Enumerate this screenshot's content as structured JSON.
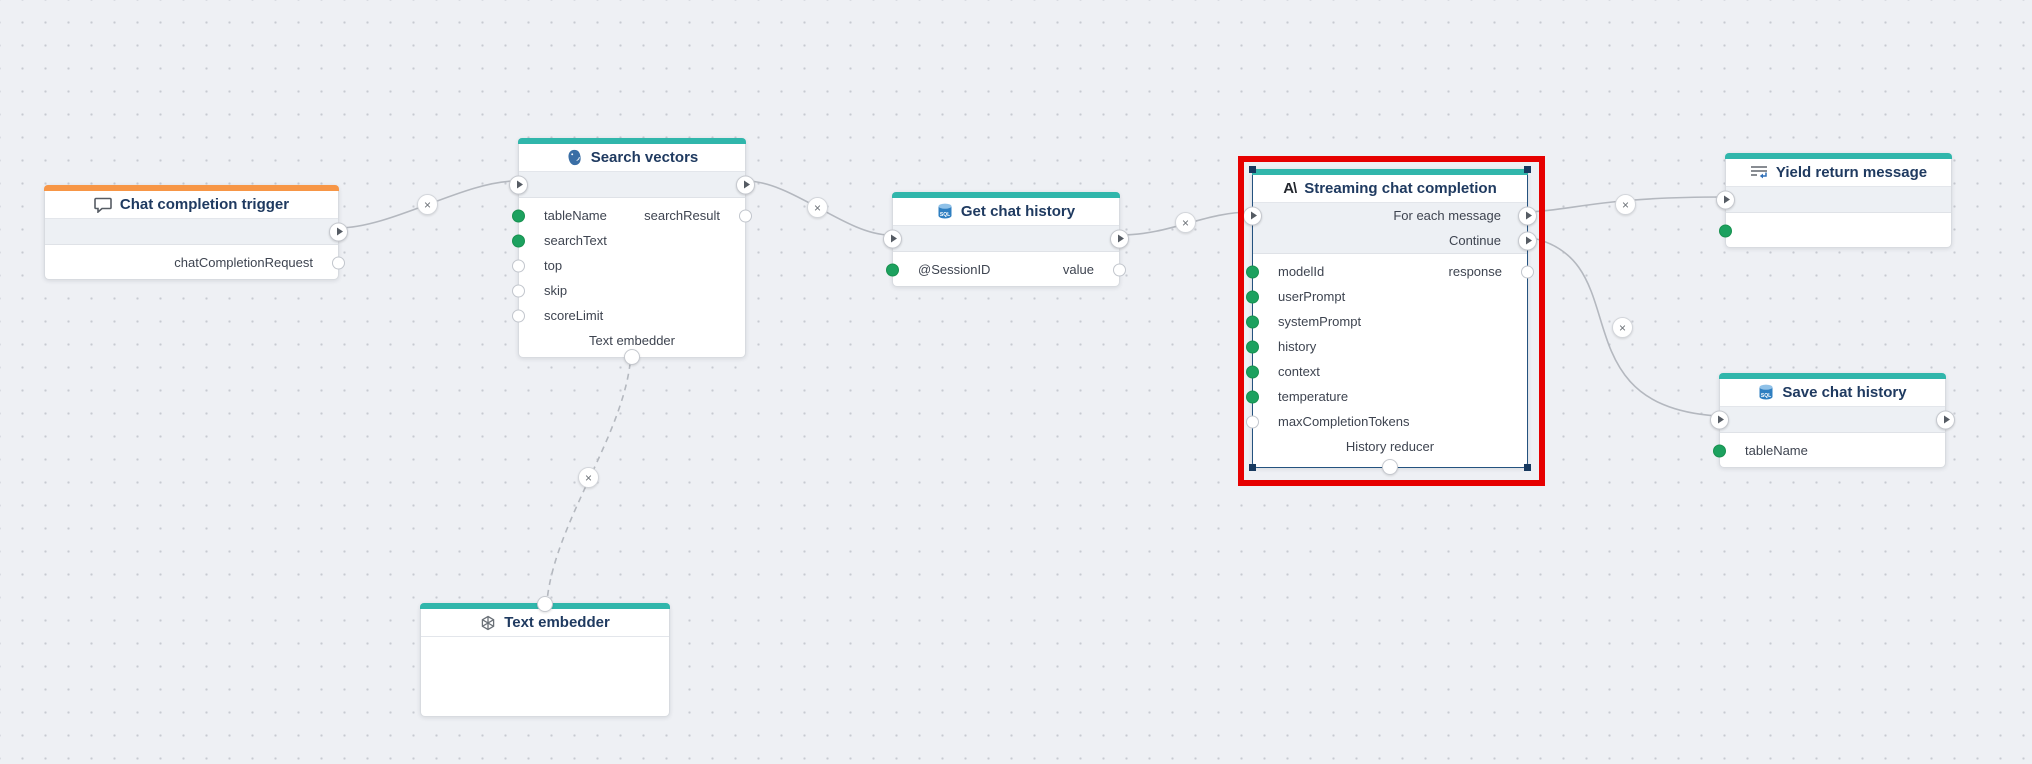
{
  "canvas": {
    "background": "#eef0f4",
    "dot_color": "#c7cad1"
  },
  "colors": {
    "accent_teal": "#30b6ab",
    "accent_orange": "#f79646",
    "connected_port_green": "#1ca15f",
    "selection_red": "#e60000",
    "selection_blue": "#24527f",
    "wire_grey": "#b4b8bf"
  },
  "delete_glyph": "×",
  "nodes": {
    "trigger": {
      "title": "Chat completion trigger",
      "icon": "chat-bubble-icon",
      "outputs": [
        {
          "label": "chatCompletionRequest",
          "connected": false
        }
      ]
    },
    "search_vectors": {
      "title": "Search vectors",
      "icon": "postgresql-icon",
      "inputs": [
        {
          "label": "tableName",
          "connected": true
        },
        {
          "label": "searchText",
          "connected": true
        },
        {
          "label": "top",
          "connected": false
        },
        {
          "label": "skip",
          "connected": false
        },
        {
          "label": "scoreLimit",
          "connected": false
        }
      ],
      "outputs": [
        {
          "label": "searchResult",
          "connected": false
        }
      ],
      "footer": "Text embedder"
    },
    "get_chat_history": {
      "title": "Get chat history",
      "icon": "sql-database-icon",
      "inputs": [
        {
          "label": "@SessionID",
          "connected": true
        }
      ],
      "outputs": [
        {
          "label": "value",
          "connected": false
        }
      ]
    },
    "streaming": {
      "title": "Streaming chat completion",
      "icon": "anthropic-icon",
      "icon_glyph": "A\\",
      "selected": true,
      "flow_outputs": [
        {
          "label": "For each message"
        },
        {
          "label": "Continue"
        }
      ],
      "inputs": [
        {
          "label": "modelId",
          "connected": true
        },
        {
          "label": "userPrompt",
          "connected": true
        },
        {
          "label": "systemPrompt",
          "connected": true
        },
        {
          "label": "history",
          "connected": true
        },
        {
          "label": "context",
          "connected": true
        },
        {
          "label": "temperature",
          "connected": true
        },
        {
          "label": "maxCompletionTokens",
          "connected": false
        }
      ],
      "outputs": [
        {
          "label": "response",
          "connected": false
        }
      ],
      "footer": "History reducer"
    },
    "yield_return": {
      "title": "Yield return message",
      "icon": "return-message-icon",
      "inputs": [
        {
          "label": "",
          "connected": true
        }
      ]
    },
    "save_chat_history": {
      "title": "Save chat history",
      "icon": "sql-database-icon",
      "inputs": [
        {
          "label": "tableName",
          "connected": true
        }
      ]
    },
    "text_embedder": {
      "title": "Text embedder",
      "icon": "openai-icon"
    }
  },
  "connections": [
    {
      "from": "Chat completion trigger",
      "to": "Search vectors",
      "style": "solid"
    },
    {
      "from": "Search vectors",
      "to": "Get chat history",
      "style": "solid"
    },
    {
      "from": "Get chat history",
      "to": "Streaming chat completion",
      "style": "solid"
    },
    {
      "from": "Streaming chat completion / For each message",
      "to": "Yield return message",
      "style": "solid"
    },
    {
      "from": "Streaming chat completion / Continue",
      "to": "Save chat history",
      "style": "solid"
    },
    {
      "from": "Search vectors / Text embedder",
      "to": "Text embedder",
      "style": "dashed"
    }
  ]
}
